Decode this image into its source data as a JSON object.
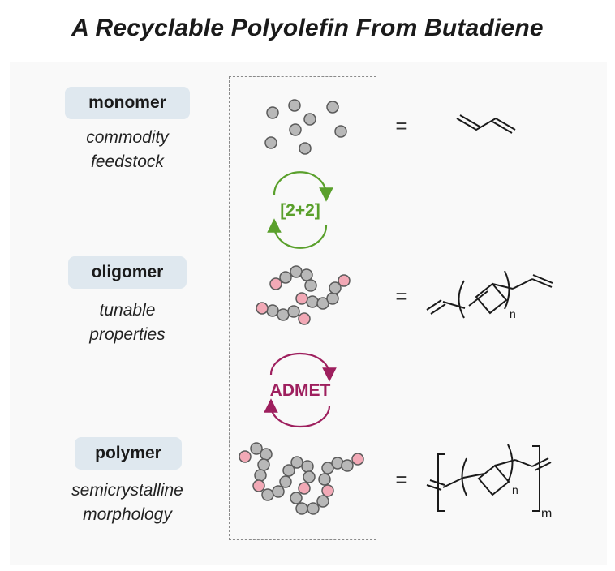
{
  "title": "A Recyclable Polyolefin From Butadiene",
  "stages": [
    {
      "label": "monomer",
      "desc_lines": [
        "commodity",
        "feedstock"
      ]
    },
    {
      "label": "oligomer",
      "desc_lines": [
        "tunable",
        "properties"
      ]
    },
    {
      "label": "polymer",
      "desc_lines": [
        "semicrystalline",
        "morphology"
      ]
    }
  ],
  "steps": [
    {
      "label": "[2+2]",
      "color": "#5aa02c"
    },
    {
      "label": "ADMET",
      "color": "#9e1f5e"
    }
  ],
  "equals": [
    "=",
    "=",
    "="
  ],
  "subscripts": {
    "n1": "n",
    "n2": "n",
    "m": "m"
  },
  "colors": {
    "bead_gray": "#b8b8b8",
    "bead_pink": "#f2a9b6",
    "label_bg": "#dfe8ef"
  }
}
